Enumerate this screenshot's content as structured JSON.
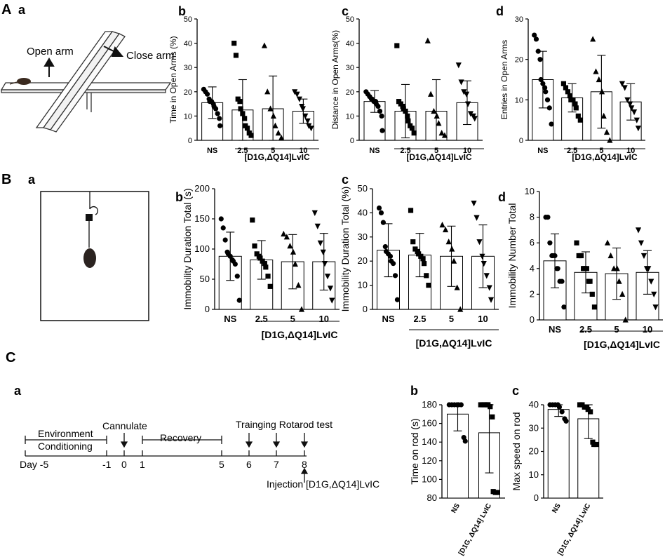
{
  "panel_letters": {
    "A": "A",
    "a_A": "a",
    "b_A": "b",
    "c_A": "c",
    "d_A": "d",
    "B": "B",
    "a_B": "a",
    "b_B": "b",
    "c_B": "c",
    "d_B": "d",
    "C": "C",
    "a_C": "a",
    "b_C": "b",
    "c_C": "c"
  },
  "maze_labels": {
    "open_arm": "Open arm",
    "close_arm": "Close arm"
  },
  "timeline": {
    "env": "Environment",
    "cond": "Conditioning",
    "cannulate": "Cannulate",
    "recovery": "Recovery",
    "training": "Trainging Rotarod test",
    "day": "Day -5",
    "ticks": [
      "-1",
      "0",
      "1",
      "5",
      "6",
      "7",
      "8"
    ],
    "injection": "Injection [D1G,ΔQ14]LvIC"
  },
  "colors": {
    "ink": "#000000",
    "bar_fill": "#ffffff",
    "background": "#ffffff"
  },
  "chart_data": [
    {
      "id": "Ab",
      "type": "bar",
      "categories": [
        "NS",
        "2.5",
        "5",
        "10"
      ],
      "ylabel": "Time in Open Arms (%)",
      "xlabel": "[D1G,ΔQ14]LvIC",
      "ylim": [
        0,
        50
      ],
      "yticks": [
        "0",
        "10",
        "20",
        "30",
        "40",
        "50"
      ],
      "markers": [
        "circle",
        "square",
        "triangle",
        "triangle-down"
      ],
      "series": [
        {
          "mean": 15.5,
          "sd": 6.5,
          "points": [
            21,
            20,
            19,
            17,
            16,
            16,
            15,
            14,
            13,
            11,
            9,
            6
          ]
        },
        {
          "mean": 12.5,
          "sd": 12.5,
          "points": [
            40,
            35,
            17,
            16,
            13,
            11,
            9,
            6,
            5,
            3,
            2
          ]
        },
        {
          "mean": 13.0,
          "sd": 13.5,
          "points": [
            39,
            20,
            13,
            10,
            6,
            3,
            1
          ]
        },
        {
          "mean": 12.0,
          "sd": 5.0,
          "points": [
            20,
            19,
            17,
            14,
            13,
            10,
            8,
            6,
            5
          ]
        }
      ]
    },
    {
      "id": "Ac",
      "type": "bar",
      "categories": [
        "NS",
        "2.5",
        "5",
        "10"
      ],
      "ylabel": "Distance in Open Arms(%)",
      "xlabel": "[D1G,ΔQ14]LvIC",
      "ylim": [
        0,
        50
      ],
      "yticks": [
        "0",
        "10",
        "20",
        "30",
        "40",
        "50"
      ],
      "markers": [
        "circle",
        "square",
        "triangle",
        "triangle-down"
      ],
      "series": [
        {
          "mean": 16.0,
          "sd": 4.5,
          "points": [
            20,
            19,
            18,
            17,
            17,
            16,
            16,
            15,
            14,
            12,
            10,
            4
          ]
        },
        {
          "mean": 12.0,
          "sd": 11.0,
          "points": [
            39,
            16,
            15,
            14,
            13,
            12,
            10,
            8,
            6,
            5,
            3
          ]
        },
        {
          "mean": 12.0,
          "sd": 13.0,
          "points": [
            41,
            19,
            12,
            10,
            7,
            3,
            2
          ]
        },
        {
          "mean": 15.5,
          "sd": 9.0,
          "points": [
            31,
            24,
            20,
            19,
            15,
            11,
            10,
            9
          ]
        }
      ]
    },
    {
      "id": "Ad",
      "type": "bar",
      "categories": [
        "NS",
        "2.5",
        "5",
        "10"
      ],
      "ylabel": "Entries in Open Arms",
      "xlabel": "[D1G,ΔQ14]LvIC",
      "ylim": [
        0,
        30
      ],
      "yticks": [
        "0",
        "10",
        "20",
        "30"
      ],
      "markers": [
        "circle",
        "square",
        "triangle",
        "triangle-down"
      ],
      "series": [
        {
          "mean": 15.0,
          "sd": 7.0,
          "points": [
            26,
            25,
            22,
            20,
            15,
            14,
            13,
            12,
            10,
            8,
            4
          ]
        },
        {
          "mean": 10.5,
          "sd": 3.5,
          "points": [
            14,
            13,
            12,
            11,
            10,
            10,
            9,
            8,
            6,
            5
          ]
        },
        {
          "mean": 12.0,
          "sd": 9.0,
          "points": [
            25,
            17,
            15,
            12,
            6,
            2,
            0
          ]
        },
        {
          "mean": 9.5,
          "sd": 4.5,
          "points": [
            14,
            13,
            10,
            9,
            8,
            7,
            5,
            3
          ]
        }
      ]
    },
    {
      "id": "Bb",
      "type": "bar",
      "categories": [
        "NS",
        "2.5",
        "5",
        "10"
      ],
      "ylabel": "Immobility Duration Total (s)",
      "xlabel": "[D1G,ΔQ14]LvIC",
      "ylim": [
        0,
        200
      ],
      "yticks": [
        "0",
        "50",
        "100",
        "150",
        "200"
      ],
      "markers": [
        "circle",
        "square",
        "triangle",
        "triangle-down"
      ],
      "series": [
        {
          "mean": 88,
          "sd": 40,
          "points": [
            150,
            135,
            115,
            95,
            92,
            88,
            82,
            80,
            75,
            55,
            15
          ]
        },
        {
          "mean": 82,
          "sd": 32,
          "points": [
            148,
            105,
            92,
            88,
            85,
            80,
            76,
            70,
            55,
            38
          ]
        },
        {
          "mean": 79,
          "sd": 45,
          "points": [
            125,
            120,
            105,
            95,
            75,
            40,
            0
          ]
        },
        {
          "mean": 79,
          "sd": 47,
          "points": [
            160,
            138,
            110,
            95,
            76,
            55,
            35,
            15
          ]
        }
      ]
    },
    {
      "id": "Bc",
      "type": "bar",
      "categories": [
        "NS",
        "2.5",
        "5",
        "10"
      ],
      "ylabel": "Immobility Duration Total (%)",
      "xlabel": "[D1G,ΔQ14]LvIC",
      "ylim": [
        0,
        50
      ],
      "yticks": [
        "0",
        "10",
        "20",
        "30",
        "40",
        "50"
      ],
      "markers": [
        "circle",
        "square",
        "triangle",
        "triangle-down"
      ],
      "series": [
        {
          "mean": 24.5,
          "sd": 11.0,
          "points": [
            42,
            40,
            36,
            26,
            24,
            23,
            22,
            20,
            19,
            14,
            4
          ]
        },
        {
          "mean": 22.5,
          "sd": 9.0,
          "points": [
            41,
            28,
            25,
            24,
            23,
            22,
            21,
            19,
            14,
            10
          ]
        },
        {
          "mean": 22.0,
          "sd": 12.5,
          "points": [
            35,
            33,
            28,
            25,
            20,
            9,
            0
          ]
        },
        {
          "mean": 22.0,
          "sd": 13.0,
          "points": [
            44,
            38,
            28,
            22,
            19,
            14,
            9,
            4
          ]
        }
      ]
    },
    {
      "id": "Bd",
      "type": "bar",
      "categories": [
        "NS",
        "2.5",
        "5",
        "10"
      ],
      "ylabel": "Immobility Number Total",
      "xlabel": "[D1G,ΔQ14]LvIC",
      "ylim": [
        0,
        10
      ],
      "yticks": [
        "0",
        "2",
        "4",
        "6",
        "8",
        "10"
      ],
      "markers": [
        "circle",
        "square",
        "triangle",
        "triangle-down"
      ],
      "series": [
        {
          "mean": 4.6,
          "sd": 2.1,
          "points": [
            8,
            8,
            6,
            5,
            5,
            5,
            4,
            4,
            3,
            3,
            1
          ]
        },
        {
          "mean": 3.7,
          "sd": 1.6,
          "points": [
            6,
            5,
            5,
            4,
            4,
            4,
            3,
            3,
            2,
            1
          ]
        },
        {
          "mean": 3.6,
          "sd": 2.0,
          "points": [
            6,
            5,
            4,
            4,
            3,
            2,
            0
          ]
        },
        {
          "mean": 3.7,
          "sd": 1.7,
          "points": [
            7,
            6,
            5,
            4,
            4,
            3,
            2,
            1
          ]
        }
      ]
    },
    {
      "id": "Cb",
      "type": "bar",
      "categories": [
        "NS",
        "[D1G, ΔQ14] LvIC"
      ],
      "ylabel": "Time on rod (s)",
      "xlabel": "",
      "ylim": [
        80,
        180
      ],
      "yticks": [
        "80",
        "100",
        "120",
        "140",
        "160",
        "180"
      ],
      "markers": [
        "circle",
        "square"
      ],
      "series": [
        {
          "mean": 170,
          "sd": 18,
          "points": [
            180,
            180,
            180,
            180,
            180,
            180,
            145,
            141
          ]
        },
        {
          "mean": 150,
          "sd": 43,
          "points": [
            180,
            180,
            180,
            180,
            180,
            178,
            167,
            87,
            86,
            86
          ]
        }
      ]
    },
    {
      "id": "Cc",
      "type": "bar",
      "categories": [
        "NS",
        "[D1G, ΔQ14] LvIC"
      ],
      "ylabel": "Max speed on rod",
      "xlabel": "",
      "ylim": [
        0,
        40
      ],
      "yticks": [
        "0",
        "10",
        "20",
        "30",
        "40"
      ],
      "markers": [
        "circle",
        "square"
      ],
      "series": [
        {
          "mean": 38,
          "sd": 3,
          "points": [
            40,
            40,
            40,
            40,
            39,
            37,
            34,
            33
          ]
        },
        {
          "mean": 34,
          "sd": 8.5,
          "points": [
            40,
            40,
            39,
            39,
            38,
            37,
            24,
            23,
            23
          ]
        }
      ]
    }
  ]
}
